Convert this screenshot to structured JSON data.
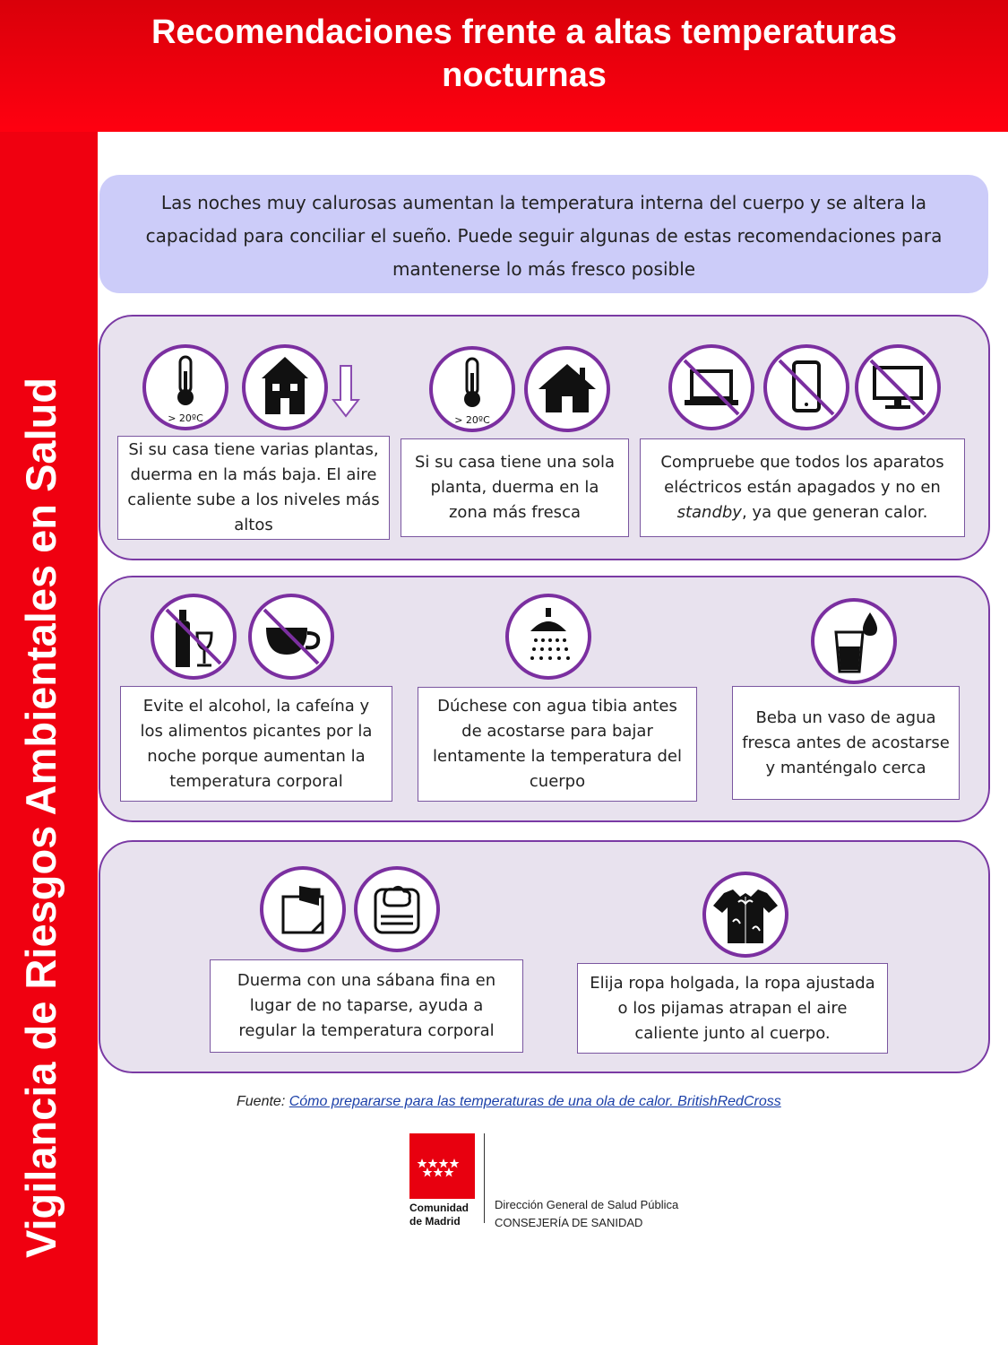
{
  "header": {
    "title": "Recomendaciones frente a altas temperaturas nocturnas"
  },
  "sidebar": {
    "vertical_title": "Vigilancia de Riesgos Ambientales en Salud"
  },
  "intro": {
    "text": "Las noches muy calurosas aumentan la temperatura interna del cuerpo y se altera la capacidad para conciliar el sueño. Puede seguir algunas de estas recomendaciones para mantenerse lo más fresco posible"
  },
  "row1": {
    "temp_label_1": "> 20ºC",
    "temp_label_2": "> 20ºC",
    "card1": "Si su casa tiene varias plantas, duerma en la más baja. El aire caliente sube a los niveles más altos",
    "card2": "Si su casa tiene una sola planta, duerma en la zona más fresca",
    "card3_before": "Compruebe que todos los aparatos eléctricos están apagados y no en ",
    "card3_italic": "standby",
    "card3_after": ", ya que generan calor."
  },
  "row2": {
    "card1": "Evite el alcohol, la cafeína y los alimentos picantes por la noche porque aumentan la temperatura corporal",
    "card2": "Dúchese con agua tibia antes de acostarse para bajar lentamente la temperatura del cuerpo",
    "card3": "Beba un vaso de agua fresca antes de acostarse y manténgalo cerca"
  },
  "row3": {
    "card1": "Duerma con una sábana fina en lugar de no taparse, ayuda a regular la temperatura corporal",
    "card2": "Elija ropa holgada, la ropa ajustada o los pijamas atrapan el aire caliente junto al cuerpo."
  },
  "footer": {
    "source_label": "Fuente:",
    "source_link": "Cómo prepararse para las temperaturas de una ola de calor. BritishRedCross",
    "logo_line1": "Comunidad",
    "logo_line2": "de Madrid",
    "dept_line1": "Dirección General de Salud Pública",
    "dept_line2": "CONSEJERÍA DE SANIDAD"
  },
  "colors": {
    "header_red": "#ff0010",
    "icon_purple": "#7b2fa0",
    "intro_bg": "#ccccf9",
    "panel_bg": "#e8e2ee"
  },
  "icons": [
    "thermometer-icon",
    "house-tall-icon",
    "down-arrow-icon",
    "house-icon",
    "no-laptop-icon",
    "no-phone-icon",
    "no-monitor-icon",
    "no-alcohol-icon",
    "no-coffee-icon",
    "shower-icon",
    "water-glass-icon",
    "sheet-icon",
    "folded-blanket-icon",
    "loose-shirt-icon"
  ]
}
